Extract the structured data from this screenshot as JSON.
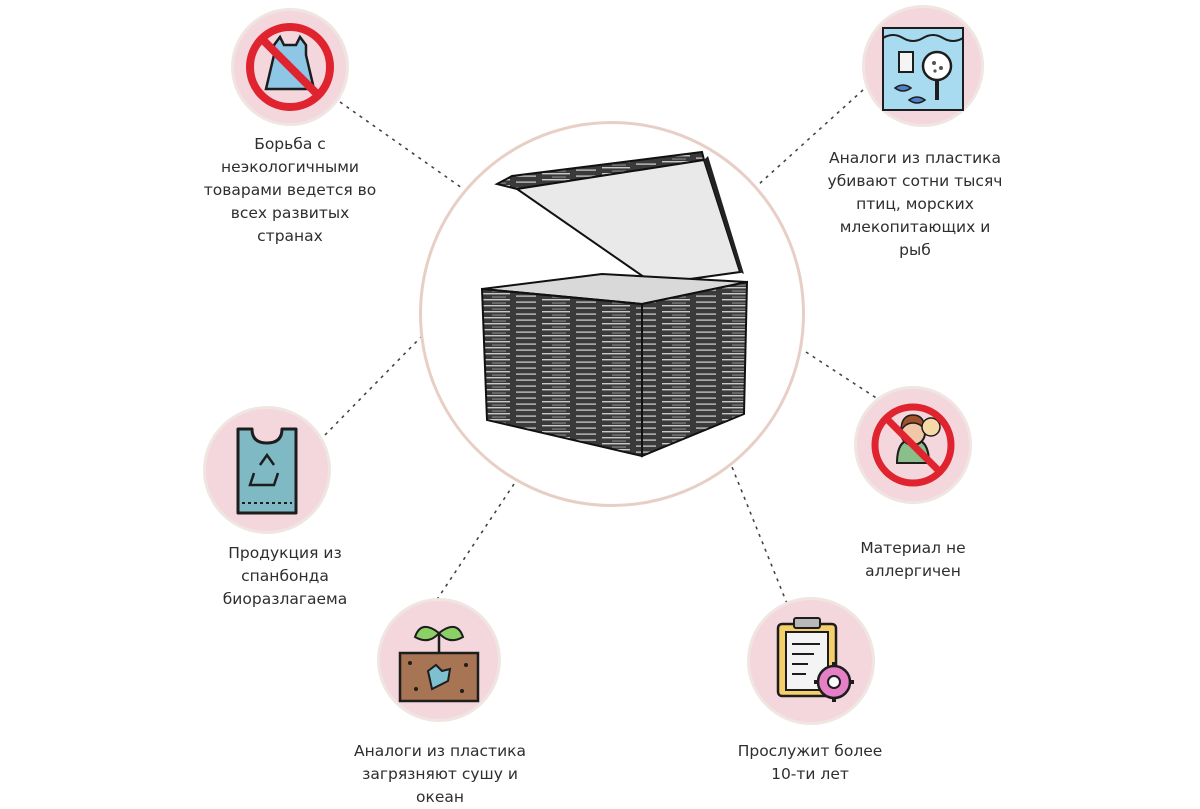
{
  "features": [
    {
      "id": "ban-bag",
      "icon": "no-plastic-bag-icon",
      "text": "Борьба с\nнеэкологичными\nтоварами ведется во\nвсех развитых\nстранах"
    },
    {
      "id": "sea",
      "icon": "ocean-pollution-icon",
      "text": "Аналоги из пластика\nубивают сотни тысяч\nптиц, морских\nмлекопитающих и\nрыб"
    },
    {
      "id": "allergy",
      "icon": "no-allergy-icon",
      "text": "Материал не\nаллергичен"
    },
    {
      "id": "eco-bag",
      "icon": "recycle-bag-icon",
      "text": "Продукция из\nспанбонда\nбиоразлагаема"
    },
    {
      "id": "soil",
      "icon": "soil-pollution-icon",
      "text": "Аналоги из пластика\nзагрязняют сушу и\nокеан"
    },
    {
      "id": "durable",
      "icon": "clipboard-gear-icon",
      "text": "Прослужит более\n10-ти лет"
    }
  ],
  "colors": {
    "badge_fill": "#f3d7dd",
    "circle_border": "#e8cfc6",
    "box_stripe_dark": "#2a2a2a",
    "box_stripe_light": "#bdbdbd"
  }
}
